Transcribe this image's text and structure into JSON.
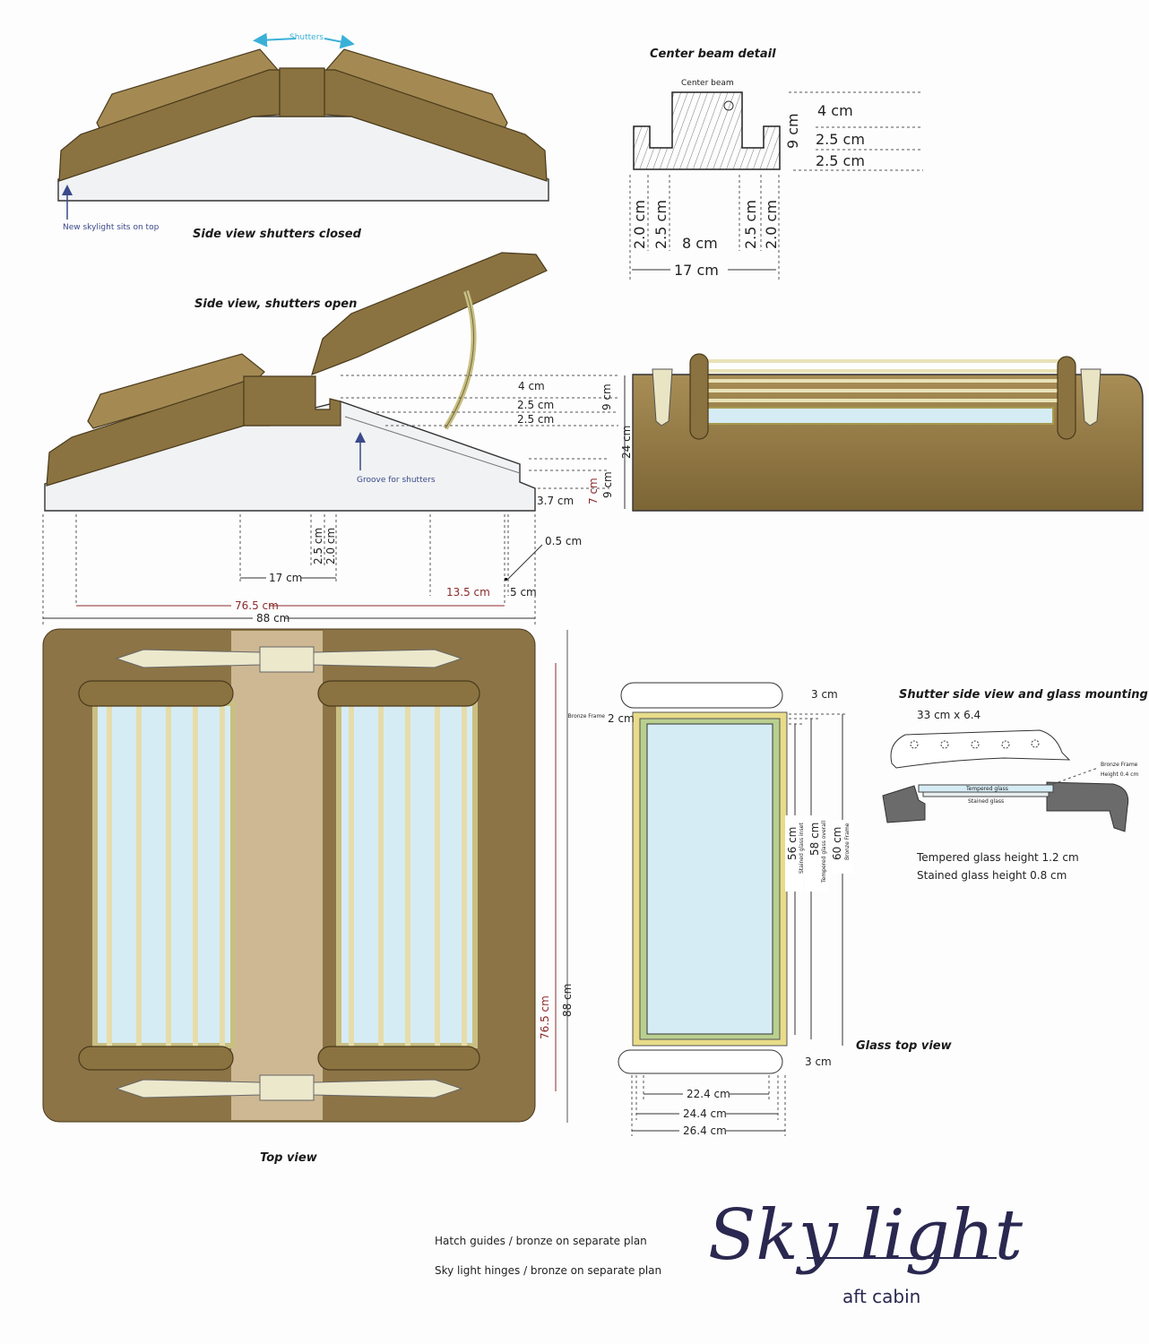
{
  "side_closed": {
    "title": "Side view shutters closed",
    "shutters_label": "Shutters",
    "note": "New skylight sits on top"
  },
  "center_beam": {
    "title": "Center beam detail",
    "label": "Center beam",
    "heights": [
      "4 cm",
      "2.5 cm",
      "2.5 cm"
    ],
    "total_height": "9 cm",
    "widths": [
      "2.0 cm",
      "2.5 cm",
      "8 cm",
      "2.5 cm",
      "2.0 cm"
    ],
    "total_width": "17 cm"
  },
  "side_open": {
    "title": "Side view, shutters open",
    "groove": "Groove for shutters",
    "heights": [
      "4 cm",
      "2.5 cm",
      "2.5 cm"
    ],
    "h_9": "9 cm",
    "h_24": "24 cm",
    "h_7": "7 cm",
    "h_9b": "9 cm",
    "h_37": "3.7 cm",
    "w_25": "2.5 cm",
    "w_20": "2.0 cm",
    "w_17": "17 cm",
    "w_135": "13.5 cm",
    "w_5": "5 cm",
    "w_05": "0.5 cm",
    "w_765": "76.5 cm",
    "w_88": "88 cm"
  },
  "top_view": {
    "title": "Top view",
    "h_765": "76.5 cm",
    "h_88": "88 cm"
  },
  "glass_top": {
    "title": "Glass top view",
    "rail_top": "3 cm",
    "rail_bottom": "3 cm",
    "bronze_frame_label": "Bronze Frame",
    "bronze_frame_width": "2 cm",
    "h_56": "56 cm",
    "h_56_note": "Stained glass inset",
    "h_58": "58 cm",
    "h_58_note": "Tempered glass overall",
    "h_60": "60 cm",
    "h_60_note": "Bronze Frame",
    "w_224": "22.4 cm",
    "w_244": "24.4 cm",
    "w_264": "26.4 cm"
  },
  "shutter_side": {
    "title": "Shutter side view and glass mounting",
    "size": "33 cm x 6.4",
    "bronze_frame": "Bronze Frame",
    "bronze_height": "Height 0.4 cm",
    "tempered_label": "Tempered glass",
    "stained_label": "Stained glass",
    "tempered_height": "Tempered glass height 1.2 cm",
    "stained_height": "Stained glass height 0.8 cm"
  },
  "notes": [
    "Hatch guides / bronze  on separate plan",
    "Sky light hinges / bronze on separate plan"
  ],
  "logo": {
    "title": "Sky light",
    "subtitle": "aft cabin"
  },
  "colors": {
    "bronze": "#8a7340",
    "glass": "#d6ecf5",
    "frame": "#e8dc8a",
    "ink": "#2a2850"
  }
}
